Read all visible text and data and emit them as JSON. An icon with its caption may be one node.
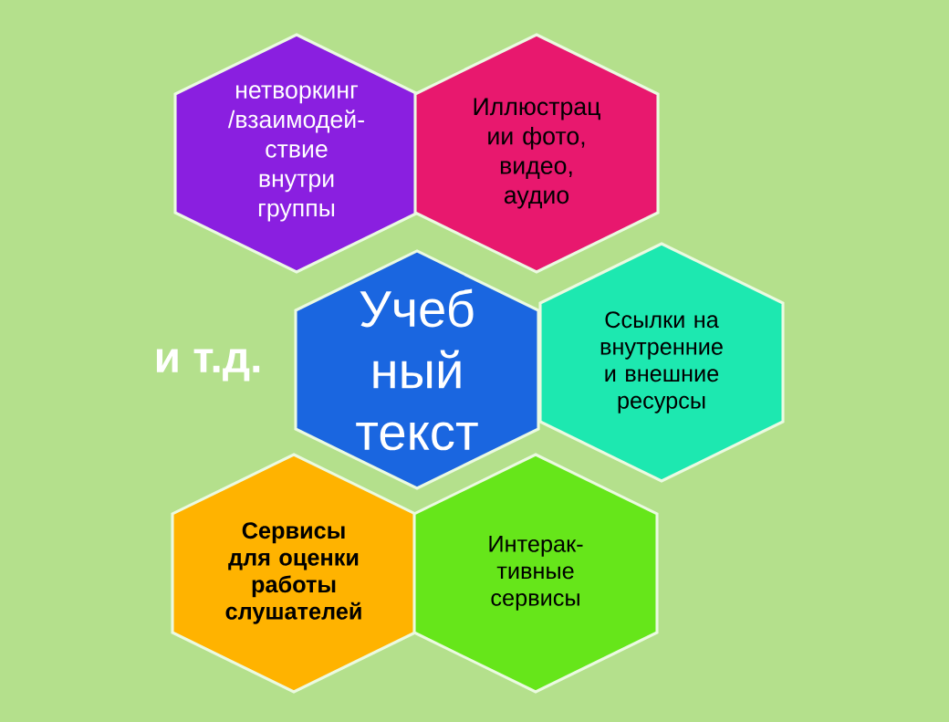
{
  "diagram": {
    "nodes": [
      {
        "text": [
          "нетворкинг /взаимодей- ствие внутри группы"
        ]
      },
      {
        "text": [
          "Иллюстрац ии фото, видео, аудио"
        ]
      },
      {
        "text": [
          "Учеб ный текст"
        ]
      },
      {
        "text": [
          "Ссылки на внутренние и внешние ресурсы"
        ]
      },
      {
        "text": [
          "Сервисы для оценки работы слушателей"
        ]
      },
      {
        "text": [
          "Интерак- тивные сервисы"
        ]
      }
    ],
    "labels": [
      "и т.д."
    ]
  }
}
